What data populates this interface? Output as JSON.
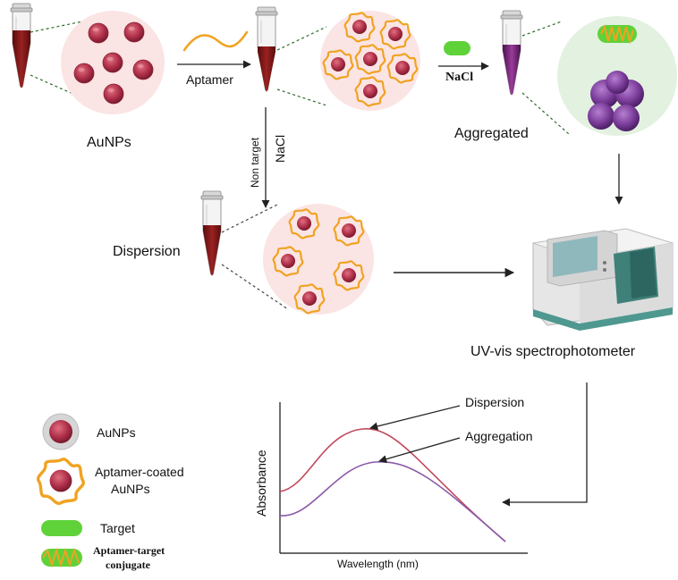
{
  "labels": {
    "aunps": "AuNPs",
    "aptamer": "Aptamer",
    "nacl_top": "NaCl",
    "aggregated": "Aggregated",
    "non_target": "Non target",
    "nacl_side": "NaCl",
    "dispersion": "Dispersion",
    "spectrophotometer": "UV-vis spectrophotometer"
  },
  "chart": {
    "ylabel": "Absorbance",
    "xlabel": "Wavelength (nm)",
    "annotation_dispersion": "Dispersion",
    "annotation_aggregation": "Aggregation"
  },
  "legend": {
    "aunps": "AuNPs",
    "aptamer_coated_line1": "Aptamer-coated",
    "aptamer_coated_line2": "AuNPs",
    "target": "Target",
    "conjugate_line1": "Aptamer-target",
    "conjugate_line2": "conjugate"
  },
  "colors": {
    "nanoparticle": "#b0304a",
    "aptamer": "#f0a321",
    "target": "#5fd23a",
    "aggregate": "#7d3f9c",
    "tube_red": "#8b1a1a",
    "tube_purple": "#7a2a7a",
    "circle_bg": "#fbe4e4",
    "circle_green_bg": "#e3f1e0",
    "curve_dispersion": "#c2485a",
    "curve_aggregation": "#8a5aa8"
  }
}
